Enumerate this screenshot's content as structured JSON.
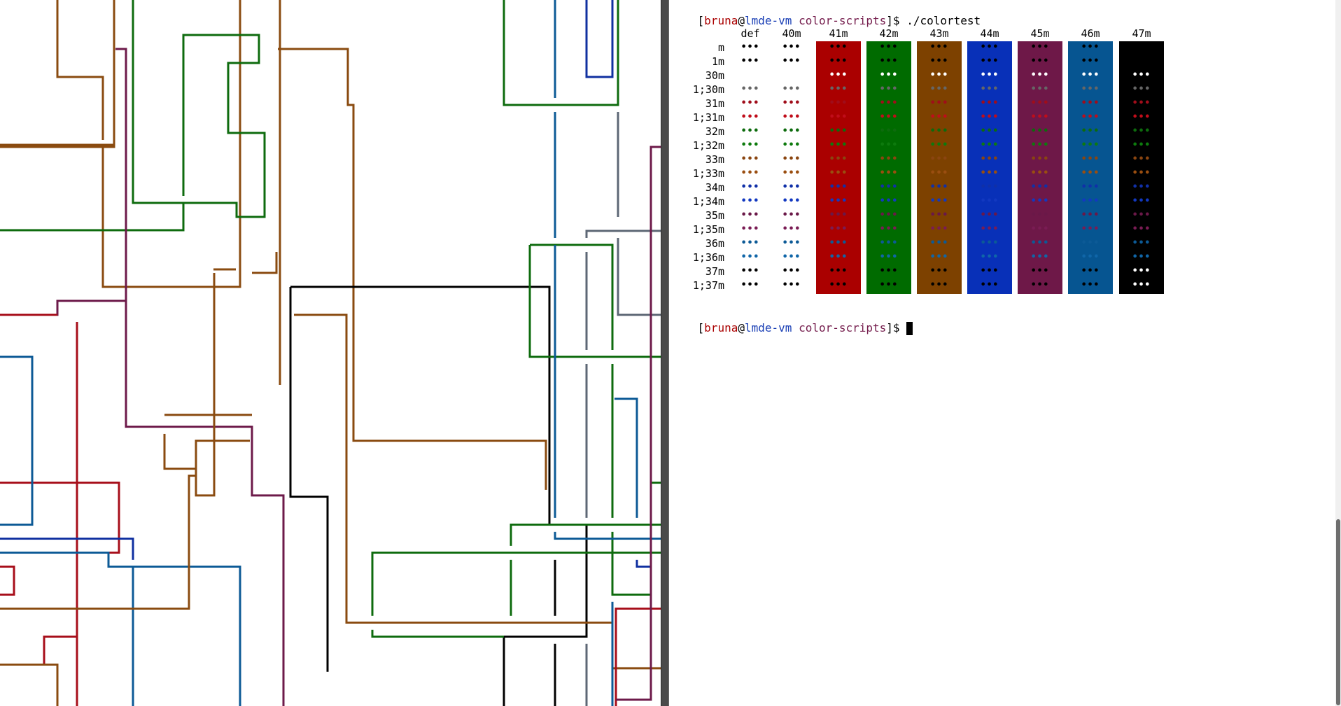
{
  "colors": {
    "brown": "#8a4b10",
    "green": "#0e6b0e",
    "red": "#a70e1a",
    "purple": "#6d1a4a",
    "blue": "#0c5a96",
    "navy": "#1030a0",
    "gray": "#5d6775",
    "black": "#000000"
  },
  "terminal": {
    "prompt": {
      "open": "[",
      "user": "bruna",
      "at": "@",
      "host": "lmde-vm",
      "space": " ",
      "dir": "color-scripts",
      "close": "]$ "
    },
    "command": "./colortest"
  },
  "colortest": {
    "headers": [
      "def",
      "40m",
      "41m",
      "42m",
      "43m",
      "44m",
      "45m",
      "46m",
      "47m"
    ],
    "backgrounds": [
      "",
      "",
      "#aa0000",
      "#006b00",
      "#7d4100",
      "#0830b8",
      "#6e1848",
      "#065591",
      "#000000"
    ],
    "rows": [
      {
        "label": "m",
        "fg": "#000000"
      },
      {
        "label": "1m",
        "fg": "#000000"
      },
      {
        "label": "30m",
        "fg": "#ffffff"
      },
      {
        "label": "1;30m",
        "fg": "#666666"
      },
      {
        "label": "31m",
        "fg": "#a00d1a"
      },
      {
        "label": "1;31m",
        "fg": "#c00d1a"
      },
      {
        "label": "32m",
        "fg": "#0d6b0d"
      },
      {
        "label": "1;32m",
        "fg": "#0d7a0d"
      },
      {
        "label": "33m",
        "fg": "#8a4510"
      },
      {
        "label": "1;33m",
        "fg": "#9a4e10"
      },
      {
        "label": "34m",
        "fg": "#1030a8"
      },
      {
        "label": "1;34m",
        "fg": "#1238c0"
      },
      {
        "label": "35m",
        "fg": "#6a1848"
      },
      {
        "label": "1;35m",
        "fg": "#7a1c54"
      },
      {
        "label": "36m",
        "fg": "#0c5a96"
      },
      {
        "label": "1;36m",
        "fg": "#1066a8"
      },
      {
        "label": "37m",
        "fg": "#000000"
      },
      {
        "label": "1;37m",
        "fg": "#000000"
      }
    ],
    "dots": "•••"
  }
}
